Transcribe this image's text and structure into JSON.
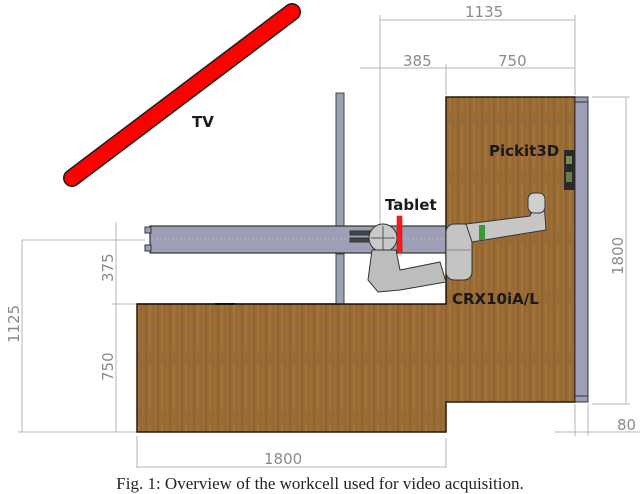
{
  "figure": {
    "labels": {
      "tv": "TV",
      "tablet": "Tablet",
      "camera": "Pickit3D",
      "robot": "CRX10iA/L"
    },
    "dimensions": {
      "top_total": "1135",
      "top_left": "385",
      "top_right": "750",
      "left_total": "1125",
      "left_upper": "375",
      "left_lower": "750",
      "bottom_width": "1800",
      "right_height": "1800",
      "right_offset": "80"
    },
    "colors": {
      "tv": "#ff0000",
      "tablet": "#ff1a1a",
      "wood": "#9b6b35",
      "metal": "#9c9fb5",
      "dimension_line": "#b0b0b0",
      "robot": "#b8b8b8",
      "robot_accent": "#3a9a3a"
    }
  },
  "caption": "Fig. 1: Overview of the workcell used for video acquisition."
}
